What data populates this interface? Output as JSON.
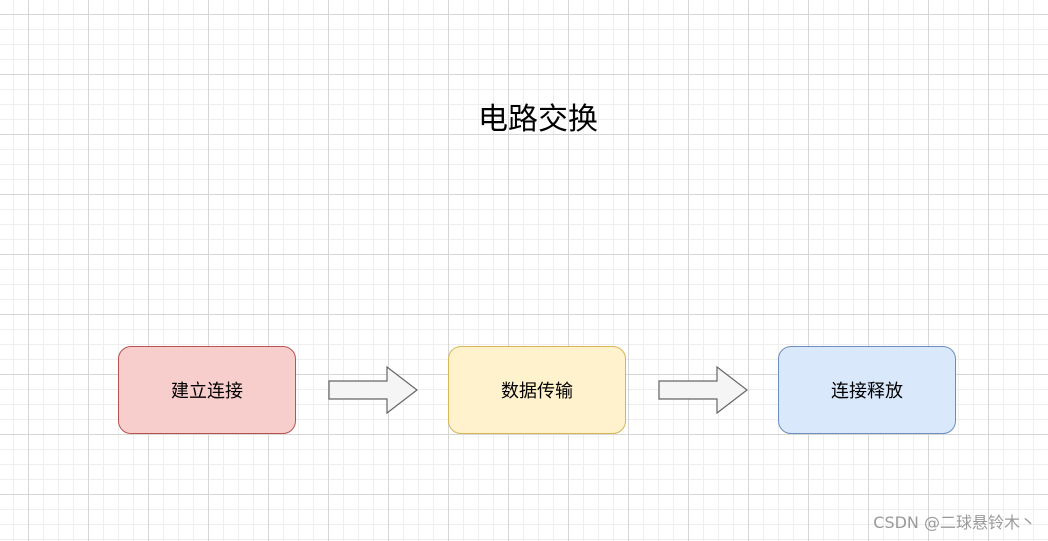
{
  "diagram": {
    "title": "电路交换",
    "steps": [
      {
        "label": "建立连接",
        "fill": "#f8cecc",
        "stroke": "#b85450"
      },
      {
        "label": "数据传输",
        "fill": "#fff2cc",
        "stroke": "#d6b656"
      },
      {
        "label": "连接释放",
        "fill": "#dae8fc",
        "stroke": "#6c8ebf"
      }
    ],
    "arrow_fill": "#f5f5f5",
    "arrow_stroke": "#666666"
  },
  "watermark": "CSDN @二球悬铃木丶"
}
